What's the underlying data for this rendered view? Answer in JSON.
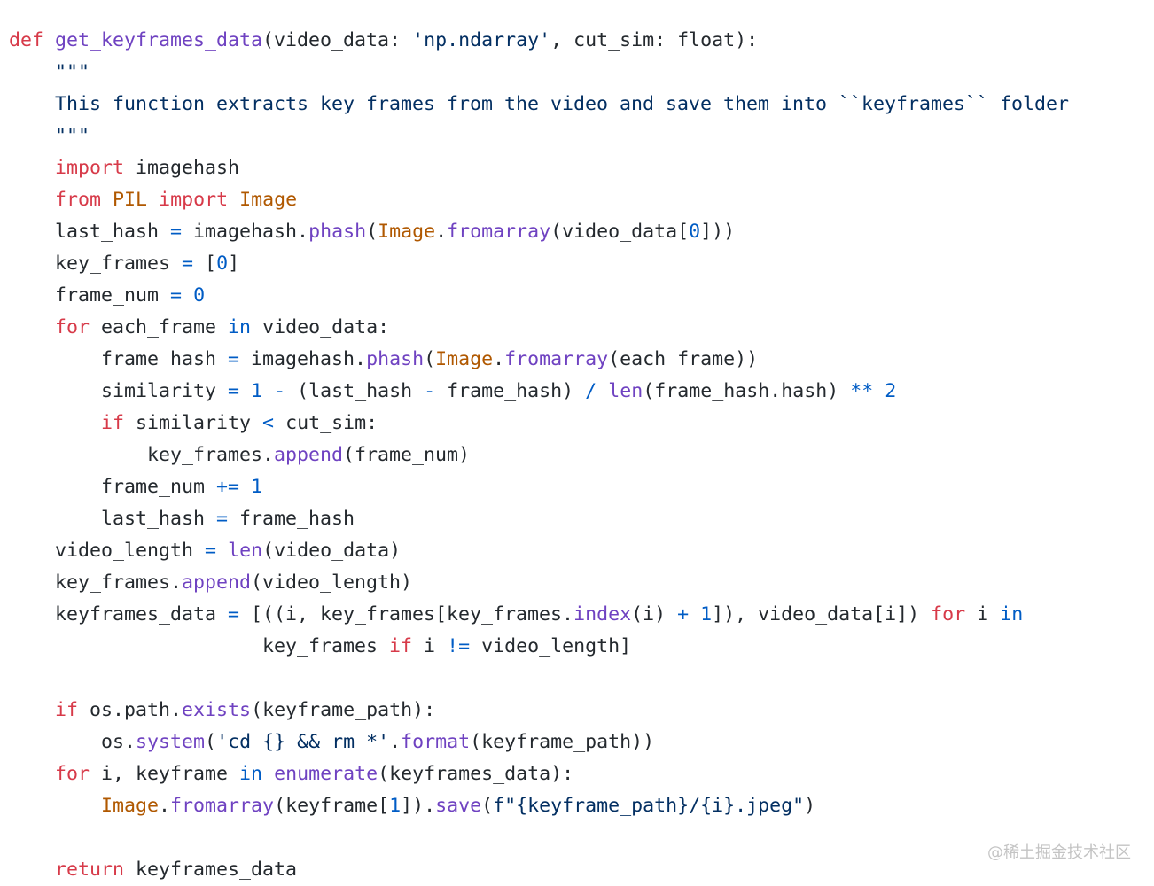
{
  "colors": {
    "keyword": "#d73a49",
    "function": "#6f42c1",
    "string": "#032f62",
    "number": "#005cc5",
    "class": "#b05800",
    "text": "#24292e",
    "watermark": "#c4c4c4",
    "background": "#ffffff"
  },
  "code_lines": [
    {
      "indent": 0,
      "tokens": [
        [
          "kw",
          "def"
        ],
        [
          "t",
          " "
        ],
        [
          "fn",
          "get_keyframes_data"
        ],
        [
          "t",
          "(video_data: "
        ],
        [
          "st",
          "'np.ndarray'"
        ],
        [
          "t",
          ", cut_sim: float):"
        ]
      ]
    },
    {
      "indent": 1,
      "tokens": [
        [
          "st",
          "\"\"\""
        ]
      ]
    },
    {
      "indent": 1,
      "tokens": [
        [
          "st",
          "This function extracts key frames from the video and save them into ``keyframes`` folder"
        ]
      ]
    },
    {
      "indent": 1,
      "tokens": [
        [
          "st",
          "\"\"\""
        ]
      ]
    },
    {
      "indent": 1,
      "tokens": [
        [
          "kw",
          "import"
        ],
        [
          "t",
          " imagehash"
        ]
      ]
    },
    {
      "indent": 1,
      "tokens": [
        [
          "kw",
          "from"
        ],
        [
          "t",
          " "
        ],
        [
          "cl",
          "PIL"
        ],
        [
          "t",
          " "
        ],
        [
          "kw",
          "import"
        ],
        [
          "t",
          " "
        ],
        [
          "cl",
          "Image"
        ]
      ]
    },
    {
      "indent": 1,
      "tokens": [
        [
          "t",
          "last_hash "
        ],
        [
          "op",
          "="
        ],
        [
          "t",
          " imagehash."
        ],
        [
          "fn",
          "phash"
        ],
        [
          "t",
          "("
        ],
        [
          "cl",
          "Image"
        ],
        [
          "t",
          "."
        ],
        [
          "fn",
          "fromarray"
        ],
        [
          "t",
          "(video_data["
        ],
        [
          "nm",
          "0"
        ],
        [
          "t",
          "]))"
        ]
      ]
    },
    {
      "indent": 1,
      "tokens": [
        [
          "t",
          "key_frames "
        ],
        [
          "op",
          "="
        ],
        [
          "t",
          " ["
        ],
        [
          "nm",
          "0"
        ],
        [
          "t",
          "]"
        ]
      ]
    },
    {
      "indent": 1,
      "tokens": [
        [
          "t",
          "frame_num "
        ],
        [
          "op",
          "="
        ],
        [
          "t",
          " "
        ],
        [
          "nm",
          "0"
        ]
      ]
    },
    {
      "indent": 1,
      "tokens": [
        [
          "kw",
          "for"
        ],
        [
          "t",
          " each_frame "
        ],
        [
          "op",
          "in"
        ],
        [
          "t",
          " video_data:"
        ]
      ]
    },
    {
      "indent": 2,
      "tokens": [
        [
          "t",
          "frame_hash "
        ],
        [
          "op",
          "="
        ],
        [
          "t",
          " imagehash."
        ],
        [
          "fn",
          "phash"
        ],
        [
          "t",
          "("
        ],
        [
          "cl",
          "Image"
        ],
        [
          "t",
          "."
        ],
        [
          "fn",
          "fromarray"
        ],
        [
          "t",
          "(each_frame))"
        ]
      ]
    },
    {
      "indent": 2,
      "tokens": [
        [
          "t",
          "similarity "
        ],
        [
          "op",
          "="
        ],
        [
          "t",
          " "
        ],
        [
          "nm",
          "1"
        ],
        [
          "t",
          " "
        ],
        [
          "op",
          "-"
        ],
        [
          "t",
          " (last_hash "
        ],
        [
          "op",
          "-"
        ],
        [
          "t",
          " frame_hash) "
        ],
        [
          "op",
          "/"
        ],
        [
          "t",
          " "
        ],
        [
          "fn",
          "len"
        ],
        [
          "t",
          "(frame_hash.hash) "
        ],
        [
          "op",
          "**"
        ],
        [
          "t",
          " "
        ],
        [
          "nm",
          "2"
        ]
      ]
    },
    {
      "indent": 2,
      "tokens": [
        [
          "kw",
          "if"
        ],
        [
          "t",
          " similarity "
        ],
        [
          "op",
          "<"
        ],
        [
          "t",
          " cut_sim:"
        ]
      ]
    },
    {
      "indent": 3,
      "tokens": [
        [
          "t",
          "key_frames."
        ],
        [
          "fn",
          "append"
        ],
        [
          "t",
          "(frame_num)"
        ]
      ]
    },
    {
      "indent": 2,
      "tokens": [
        [
          "t",
          "frame_num "
        ],
        [
          "op",
          "+="
        ],
        [
          "t",
          " "
        ],
        [
          "nm",
          "1"
        ]
      ]
    },
    {
      "indent": 2,
      "tokens": [
        [
          "t",
          "last_hash "
        ],
        [
          "op",
          "="
        ],
        [
          "t",
          " frame_hash"
        ]
      ]
    },
    {
      "indent": 1,
      "tokens": [
        [
          "t",
          "video_length "
        ],
        [
          "op",
          "="
        ],
        [
          "t",
          " "
        ],
        [
          "fn",
          "len"
        ],
        [
          "t",
          "(video_data)"
        ]
      ]
    },
    {
      "indent": 1,
      "tokens": [
        [
          "t",
          "key_frames."
        ],
        [
          "fn",
          "append"
        ],
        [
          "t",
          "(video_length)"
        ]
      ]
    },
    {
      "indent": 1,
      "tokens": [
        [
          "t",
          "keyframes_data "
        ],
        [
          "op",
          "="
        ],
        [
          "t",
          " [((i, key_frames[key_frames."
        ],
        [
          "fn",
          "index"
        ],
        [
          "t",
          "(i) "
        ],
        [
          "op",
          "+"
        ],
        [
          "t",
          " "
        ],
        [
          "nm",
          "1"
        ],
        [
          "t",
          "]), video_data[i]) "
        ],
        [
          "kw",
          "for"
        ],
        [
          "t",
          " i "
        ],
        [
          "op",
          "in"
        ]
      ]
    },
    {
      "indent": 0,
      "prefix": "                      ",
      "tokens": [
        [
          "t",
          "key_frames "
        ],
        [
          "kw",
          "if"
        ],
        [
          "t",
          " i "
        ],
        [
          "op",
          "!="
        ],
        [
          "t",
          " video_length]"
        ]
      ]
    },
    {
      "indent": 0,
      "tokens": []
    },
    {
      "indent": 1,
      "tokens": [
        [
          "kw",
          "if"
        ],
        [
          "t",
          " os.path."
        ],
        [
          "fn",
          "exists"
        ],
        [
          "t",
          "(keyframe_path):"
        ]
      ]
    },
    {
      "indent": 2,
      "tokens": [
        [
          "t",
          "os."
        ],
        [
          "fn",
          "system"
        ],
        [
          "t",
          "("
        ],
        [
          "st",
          "'cd {} && rm *'"
        ],
        [
          "t",
          "."
        ],
        [
          "fn",
          "format"
        ],
        [
          "t",
          "(keyframe_path))"
        ]
      ]
    },
    {
      "indent": 1,
      "tokens": [
        [
          "kw",
          "for"
        ],
        [
          "t",
          " i, keyframe "
        ],
        [
          "op",
          "in"
        ],
        [
          "t",
          " "
        ],
        [
          "fn",
          "enumerate"
        ],
        [
          "t",
          "(keyframes_data):"
        ]
      ]
    },
    {
      "indent": 2,
      "tokens": [
        [
          "cl",
          "Image"
        ],
        [
          "t",
          "."
        ],
        [
          "fn",
          "fromarray"
        ],
        [
          "t",
          "(keyframe["
        ],
        [
          "nm",
          "1"
        ],
        [
          "t",
          "])."
        ],
        [
          "fn",
          "save"
        ],
        [
          "t",
          "("
        ],
        [
          "st",
          "f\"{keyframe_path}/{i}.jpeg\""
        ],
        [
          "t",
          ")"
        ]
      ]
    },
    {
      "indent": 0,
      "tokens": []
    },
    {
      "indent": 1,
      "tokens": [
        [
          "kw",
          "return"
        ],
        [
          "t",
          " keyframes_data"
        ]
      ]
    }
  ],
  "watermark": "@稀土掘金技术社区"
}
